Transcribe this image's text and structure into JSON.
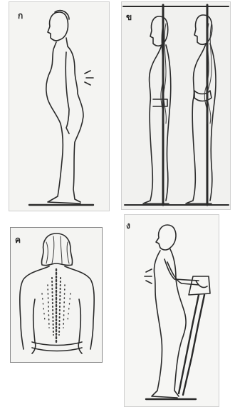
{
  "panels": [
    {
      "label": "ก"
    },
    {
      "label": "ข"
    },
    {
      "label": "ค"
    },
    {
      "label": "ง"
    }
  ]
}
